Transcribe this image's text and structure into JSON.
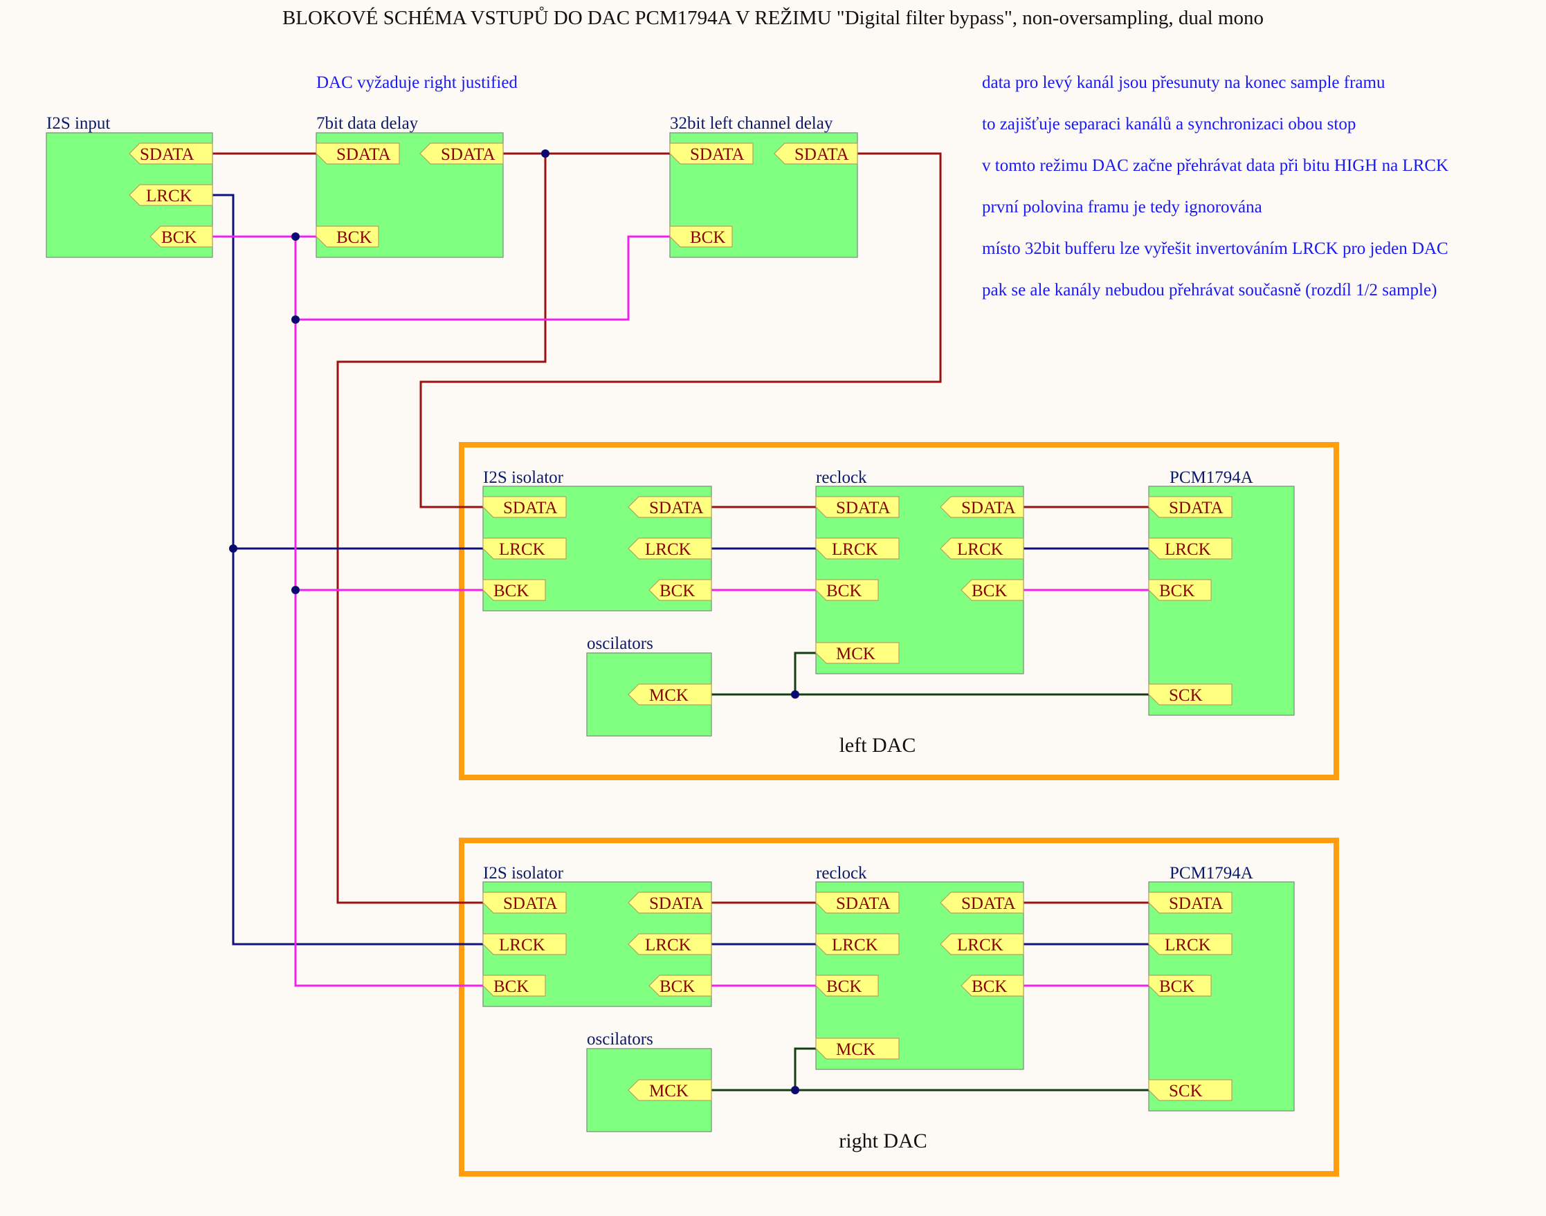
{
  "title": "BLOKOVÉ SCHÉMA VSTUPŮ DO DAC PCM1794A V REŽIMU \"Digital filter bypass\", non-oversampling, dual mono",
  "notes": {
    "left": "DAC vyžaduje right justified",
    "right": [
      "data pro levý kanál jsou přesunuty na konec sample framu",
      "to zajišťuje separaci kanálů a synchronizaci obou stop",
      "v tomto režimu DAC začne přehrávat data při bitu HIGH na LRCK",
      "první polovina framu je tedy ignorována",
      "místo 32bit bufferu lze vyřešit invertováním LRCK pro jeden DAC",
      "pak se ale kanály nebudou přehrávat současně (rozdíl 1/2 sample)"
    ]
  },
  "colors": {
    "sdata_wire": "#991111",
    "lrck_wire": "#101080",
    "bck_wire": "#ee22ee",
    "mck_wire": "#104010",
    "block_fill": "#80ff80",
    "pin_fill": "#ffff80",
    "group_border": "#ff9c10"
  },
  "groups": {
    "left": "left DAC",
    "right": "right DAC"
  },
  "blocks": {
    "i2s_input": {
      "label": "I2S input",
      "pins": {
        "sdata": "SDATA",
        "lrck": "LRCK",
        "bck": "BCK"
      }
    },
    "data_delay": {
      "label": "7bit data delay",
      "pins": {
        "sdata_in": "SDATA",
        "sdata_out": "SDATA",
        "bck": "BCK"
      }
    },
    "left_delay": {
      "label": "32bit left channel delay",
      "pins": {
        "sdata_in": "SDATA",
        "sdata_out": "SDATA",
        "bck": "BCK"
      }
    },
    "left_dac": {
      "isolator": {
        "label": "I2S isolator",
        "pins": {
          "sdata_in": "SDATA",
          "sdata_out": "SDATA",
          "lrck_in": "LRCK",
          "lrck_out": "LRCK",
          "bck_in": "BCK",
          "bck_out": "BCK"
        }
      },
      "reclock": {
        "label": "reclock",
        "pins": {
          "sdata_in": "SDATA",
          "sdata_out": "SDATA",
          "lrck_in": "LRCK",
          "lrck_out": "LRCK",
          "bck_in": "BCK",
          "bck_out": "BCK",
          "mck": "MCK"
        }
      },
      "dac": {
        "label": "PCM1794A",
        "pins": {
          "sdata": "SDATA",
          "lrck": "LRCK",
          "bck": "BCK",
          "sck": "SCK"
        }
      },
      "osc": {
        "label": "oscilators",
        "pins": {
          "mck": "MCK"
        }
      }
    },
    "right_dac": {
      "isolator": {
        "label": "I2S isolator",
        "pins": {
          "sdata_in": "SDATA",
          "sdata_out": "SDATA",
          "lrck_in": "LRCK",
          "lrck_out": "LRCK",
          "bck_in": "BCK",
          "bck_out": "BCK"
        }
      },
      "reclock": {
        "label": "reclock",
        "pins": {
          "sdata_in": "SDATA",
          "sdata_out": "SDATA",
          "lrck_in": "LRCK",
          "lrck_out": "LRCK",
          "bck_in": "BCK",
          "bck_out": "BCK",
          "mck": "MCK"
        }
      },
      "dac": {
        "label": "PCM1794A",
        "pins": {
          "sdata": "SDATA",
          "lrck": "LRCK",
          "bck": "BCK",
          "sck": "SCK"
        }
      },
      "osc": {
        "label": "oscilators",
        "pins": {
          "mck": "MCK"
        }
      }
    }
  }
}
